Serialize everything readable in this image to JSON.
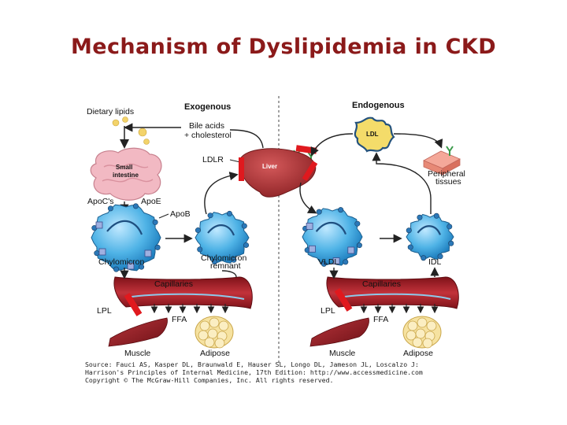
{
  "title": "Mechanism of Dyslipidemia in CKD",
  "diagram": {
    "exogenous": {
      "heading": "Exogenous",
      "dietary_lipids": "Dietary lipids",
      "bile_acids_line1": "Bile acids",
      "bile_acids_line2": "+ cholesterol",
      "small_intestine_line1": "Small",
      "small_intestine_line2": "intestine",
      "ldlr": "LDLR",
      "apocs": "ApoC's",
      "apoe": "ApoE",
      "apob": "ApoB",
      "chylomicron": "Chylomicron",
      "chylomicron_remnant_line1": "Chylomicron",
      "chylomicron_remnant_line2": "remnant",
      "capillaries": "Capillaries",
      "lpl": "LPL",
      "ffa": "FFA",
      "muscle": "Muscle",
      "adipose": "Adipose"
    },
    "liver": "Liver",
    "endogenous": {
      "heading": "Endogenous",
      "ldl": "LDL",
      "peripheral_tissues_line1": "Peripheral",
      "peripheral_tissues_line2": "tissues",
      "vldl": "VLDL",
      "idl": "IDL",
      "capillaries": "Capillaries",
      "lpl": "LPL",
      "ffa": "FFA",
      "muscle": "Muscle",
      "adipose": "Adipose"
    },
    "source_lines": [
      "Source: Fauci AS, Kasper DL, Braunwald E, Hauser SL, Longo DL, Jameson JL, Loscalzo J:",
      "Harrison's Principles of Internal Medicine, 17th Edition: http://www.accessmedicine.com",
      "Copyright © The McGraw-Hill Companies, Inc. All rights reserved."
    ]
  },
  "colors": {
    "title": "#8b1a1a",
    "block_marker": "#e0191e",
    "lipoprotein": "#2f9ad2",
    "liver": "#b5373a",
    "capillary": "#a3212a"
  }
}
